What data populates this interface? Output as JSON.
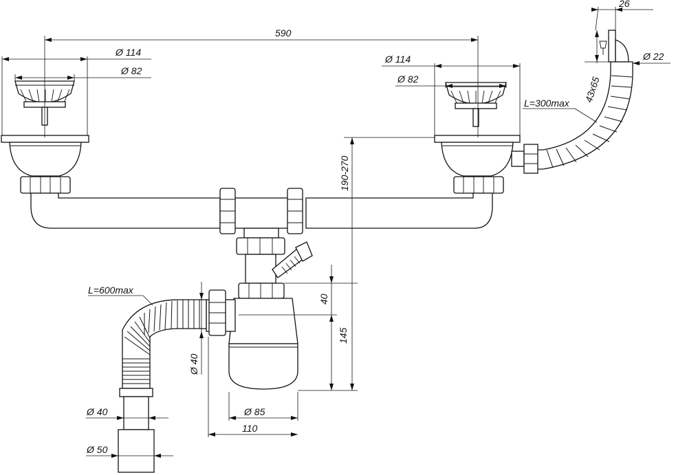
{
  "diagram": {
    "labels": {
      "total_width": "590",
      "left_bowl_outer_diam": "Ø 114",
      "left_bowl_inner_diam": "Ø 82",
      "right_bowl_outer_diam": "Ø 114",
      "right_bowl_inner_diam": "Ø 82",
      "overflow_width": "26",
      "overflow_diam": "Ø 22",
      "overflow_size": "43x65",
      "overflow_hose_length": "L=300max",
      "height_range": "190-270",
      "trap_offset": "40",
      "trap_height": "145",
      "drain_hose_length": "L=600max",
      "side_outlet_diam": "Ø 40",
      "bottle_diam": "Ø 85",
      "trap_width": "110",
      "outlet_diam_inner": "Ø 40",
      "outlet_diam_outer": "Ø 50"
    }
  }
}
